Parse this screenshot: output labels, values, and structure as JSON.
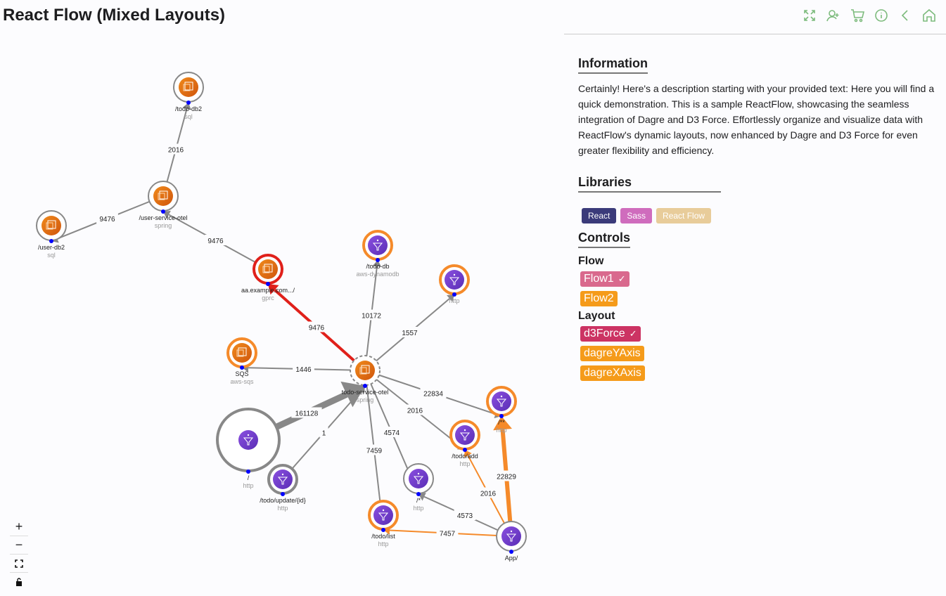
{
  "header": {
    "title": "React Flow (Mixed Layouts)",
    "icons": [
      "fullscreen-icon",
      "add-user-icon",
      "cart-icon",
      "info-icon",
      "chevron-left-icon",
      "home-icon"
    ],
    "accent": "#7dbb7d"
  },
  "information": {
    "heading": "Information",
    "text": "Certainly! Here's a description starting with your provided text: Here you will find a quick demonstration. This is a sample ReactFlow, showcasing the seamless integration of Dagre and D3 Force. Effortlessly organize and visualize data with ReactFlow's dynamic layouts, now enhanced by Dagre and D3 Force for even greater flexibility and efficiency."
  },
  "libraries": {
    "heading": "Libraries",
    "items": [
      {
        "label": "React",
        "color": "#3b3b7a"
      },
      {
        "label": "Sass",
        "color": "#cf6cbd"
      },
      {
        "label": "React Flow",
        "color": "#e8cc9a"
      }
    ]
  },
  "controls": {
    "heading": "Controls",
    "flow_heading": "Flow",
    "flows": [
      {
        "label": "Flow1",
        "selected": true,
        "color": "#d9698d"
      },
      {
        "label": "Flow2",
        "selected": false,
        "color": "#f59b1a"
      }
    ],
    "layout_heading": "Layout",
    "layouts": [
      {
        "label": "d3Force",
        "selected": true,
        "color": "#cc3363"
      },
      {
        "label": "dagreYAxis",
        "selected": false,
        "color": "#f59b1a"
      },
      {
        "label": "dagreXAxis",
        "selected": false,
        "color": "#f59b1a"
      }
    ],
    "check": "✓"
  },
  "zoom_controls": {
    "zoom_in": "+",
    "zoom_out": "−"
  },
  "graph": {
    "nodes": [
      {
        "id": "todo-db2",
        "label": "/todo-db2",
        "sub": "sql",
        "icon": "compute",
        "ring": "#888"
      },
      {
        "id": "user-service",
        "label": "/user-service-otel",
        "sub": "spring",
        "icon": "compute",
        "ring": "#888"
      },
      {
        "id": "user-db2",
        "label": "/user-db2",
        "sub": "sql",
        "icon": "compute",
        "ring": "#888"
      },
      {
        "id": "aa",
        "label": "aa.example.com.../",
        "sub": "gprc",
        "icon": "compute",
        "ring": "#e0201a"
      },
      {
        "id": "todo-db",
        "label": "/todo-db",
        "sub": "aws-dynamodb",
        "icon": "funnel",
        "ring": "#f58a2a"
      },
      {
        "id": "http1",
        "label": "",
        "sub": "http",
        "icon": "funnel",
        "ring": "#f58a2a"
      },
      {
        "id": "sqs",
        "label": "SQS",
        "sub": "aws-sqs",
        "icon": "compute",
        "ring": "#f58a2a"
      },
      {
        "id": "todo-service",
        "label": "todo-service-otel",
        "sub": "spring",
        "icon": "compute",
        "ring": "#888",
        "dashed": true
      },
      {
        "id": "root",
        "label": "/",
        "sub": "http",
        "icon": "funnel",
        "ring": "#888"
      },
      {
        "id": "update",
        "label": "/todo/update/{id}",
        "sub": "http",
        "icon": "funnel",
        "ring": "#888"
      },
      {
        "id": "list",
        "label": "/todo/list",
        "sub": "http",
        "icon": "funnel",
        "ring": "#f58a2a"
      },
      {
        "id": "star",
        "label": "/*",
        "sub": "http",
        "icon": "funnel",
        "ring": "#888"
      },
      {
        "id": "add",
        "label": "/todo/add",
        "sub": "http",
        "icon": "funnel",
        "ring": "#f58a2a"
      },
      {
        "id": "dstar",
        "label": "/**",
        "sub": "http",
        "icon": "funnel",
        "ring": "#f58a2a"
      },
      {
        "id": "app",
        "label": "App/",
        "sub": "",
        "icon": "funnel",
        "ring": "#888"
      }
    ],
    "edges": [
      {
        "from": "user-service",
        "to": "todo-db2",
        "label": "2016",
        "color": "#888",
        "weight": 2
      },
      {
        "from": "user-service",
        "to": "user-db2",
        "label": "9476",
        "color": "#888",
        "weight": 2
      },
      {
        "from": "aa",
        "to": "user-service",
        "label": "9476",
        "color": "#888",
        "weight": 2
      },
      {
        "from": "todo-service",
        "to": "aa",
        "label": "9476",
        "color": "#e0201a",
        "weight": 4
      },
      {
        "from": "todo-service",
        "to": "todo-db",
        "label": "10172",
        "color": "#888",
        "weight": 2
      },
      {
        "from": "todo-service",
        "to": "http1",
        "label": "1557",
        "color": "#888",
        "weight": 2
      },
      {
        "from": "todo-service",
        "to": "sqs",
        "label": "1446",
        "color": "#888",
        "weight": 2
      },
      {
        "from": "root",
        "to": "todo-service",
        "label": "161128",
        "color": "#888",
        "weight": 9
      },
      {
        "from": "update",
        "to": "todo-service",
        "label": "1",
        "color": "#888",
        "weight": 2
      },
      {
        "from": "todo-service",
        "to": "list",
        "label": "7459",
        "color": "#888",
        "weight": 2
      },
      {
        "from": "todo-service",
        "to": "star",
        "label": "4574",
        "color": "#888",
        "weight": 2
      },
      {
        "from": "todo-service",
        "to": "add",
        "label": "2016",
        "color": "#888",
        "weight": 2
      },
      {
        "from": "todo-service",
        "to": "dstar",
        "label": "22834",
        "color": "#888",
        "weight": 2
      },
      {
        "from": "app",
        "to": "dstar",
        "label": "22829",
        "color": "#f58a2a",
        "weight": 6
      },
      {
        "from": "app",
        "to": "add",
        "label": "2016",
        "color": "#f58a2a",
        "weight": 2
      },
      {
        "from": "app",
        "to": "star",
        "label": "4573",
        "color": "#888",
        "weight": 2
      },
      {
        "from": "app",
        "to": "list",
        "label": "7457",
        "color": "#f58a2a",
        "weight": 2
      }
    ]
  }
}
